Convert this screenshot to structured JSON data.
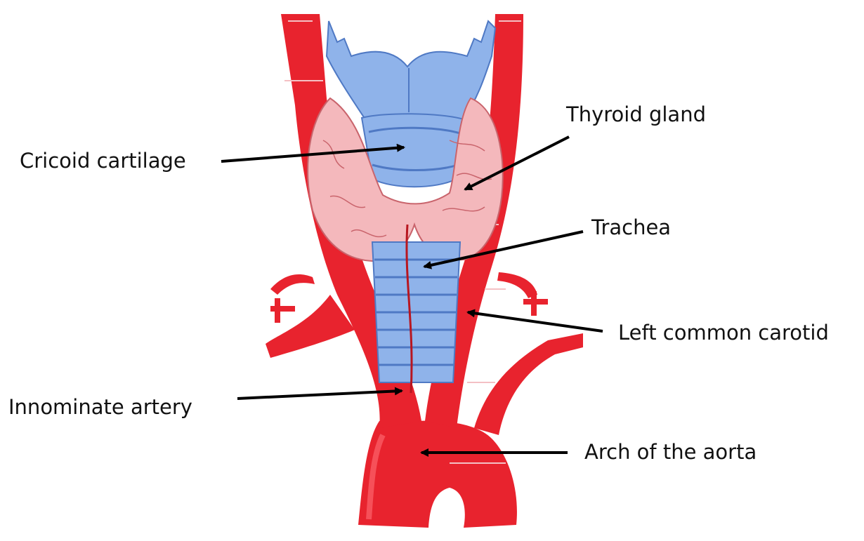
{
  "labels": {
    "cricoid": "Cricoid cartilage",
    "thyroid": "Thyroid gland",
    "trachea": "Trachea",
    "carotid": "Left common carotid",
    "innominate": "Innominate artery",
    "aorta": "Arch of the aorta"
  },
  "colors": {
    "artery": "#e8232e",
    "artery_dark": "#b81620",
    "cartilage": "#8fb3ea",
    "cartilage_dark": "#4f79c4",
    "thyroid": "#f4b8bc",
    "thyroid_line": "#c9646c",
    "arrow": "#000000"
  }
}
